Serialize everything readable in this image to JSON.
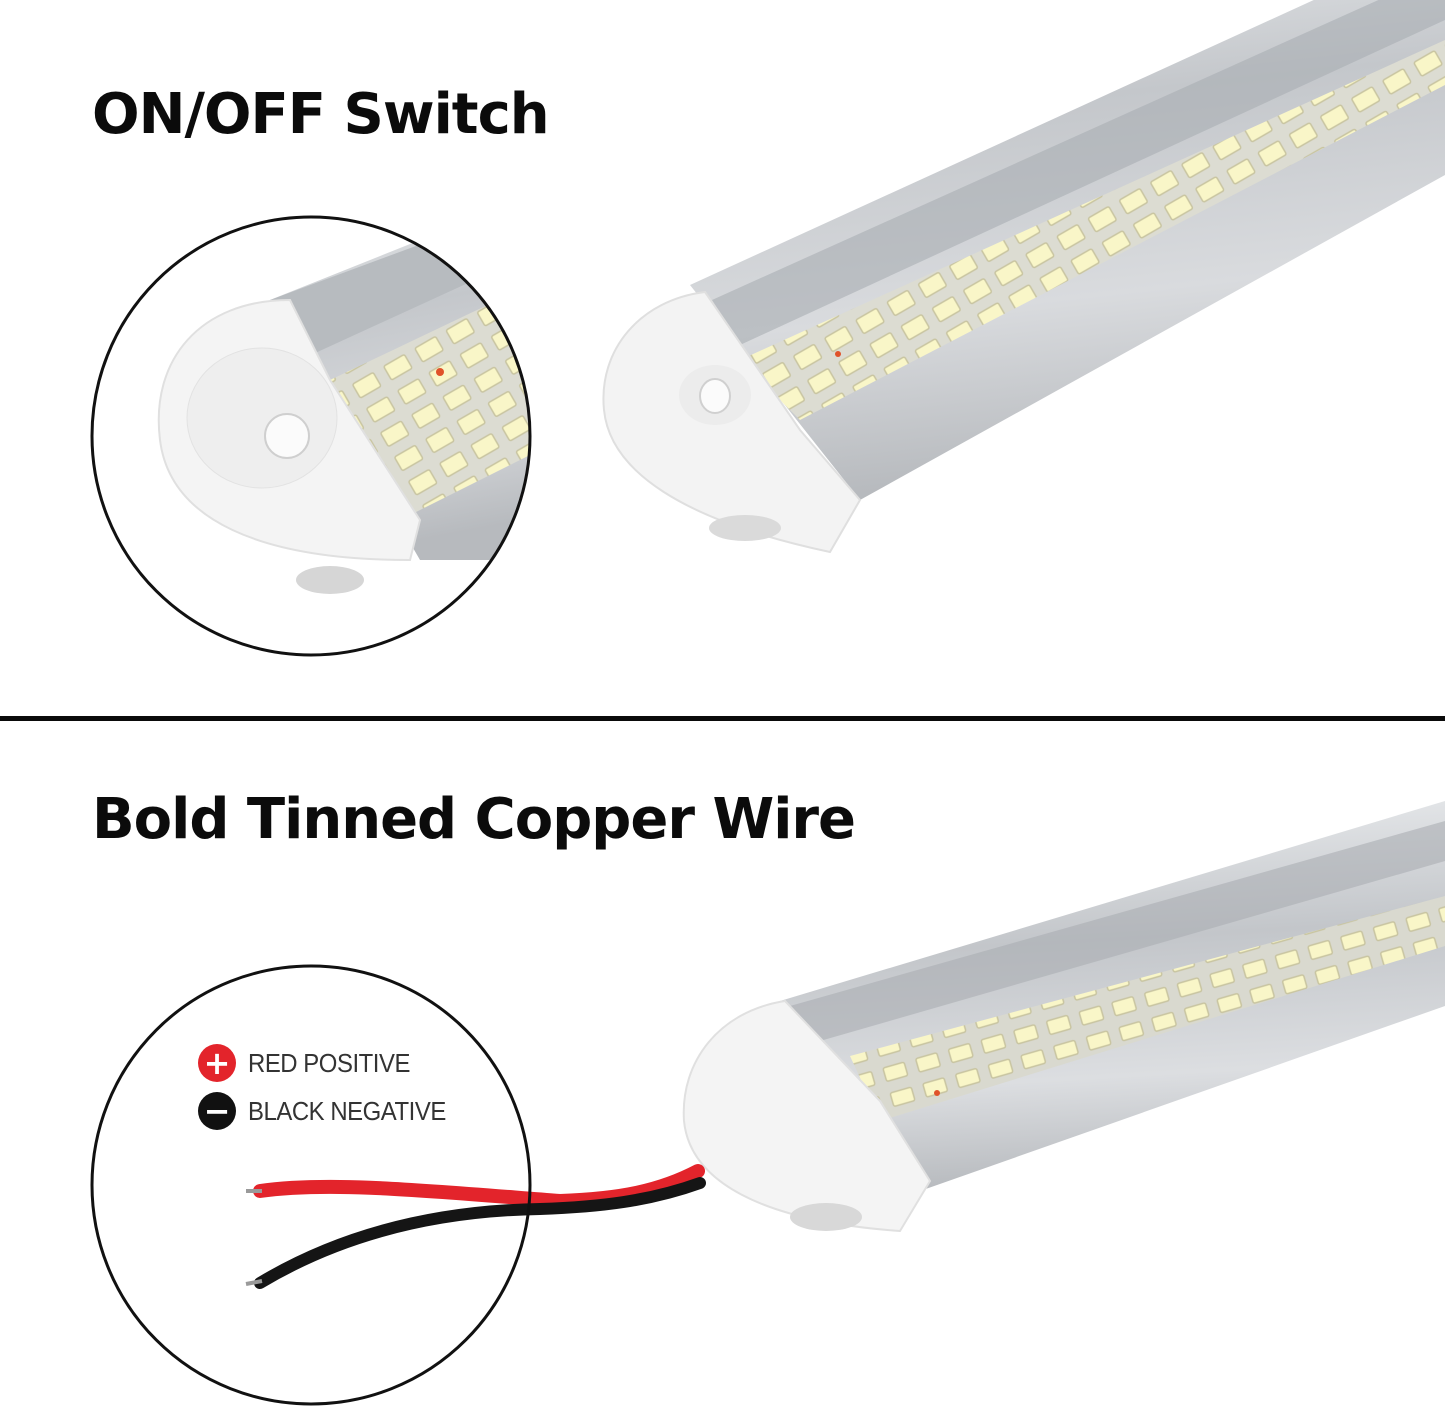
{
  "panels": {
    "switch": {
      "heading": "ON/OFF Switch"
    },
    "wire": {
      "heading": "Bold Tinned Copper Wire",
      "legend": [
        {
          "symbol": "+",
          "label": "RED POSITIVE",
          "color": "#e3242b"
        },
        {
          "symbol": "−",
          "label": "BLACK NEGATIVE",
          "color": "#111111"
        }
      ]
    }
  },
  "colors": {
    "divider": "#0a0a0a",
    "aluminum": "#c9ccd0",
    "end_cap": "#f4f4f4",
    "led": "#f6f3c4",
    "wire_red": "#e3242b",
    "wire_black": "#151515"
  }
}
